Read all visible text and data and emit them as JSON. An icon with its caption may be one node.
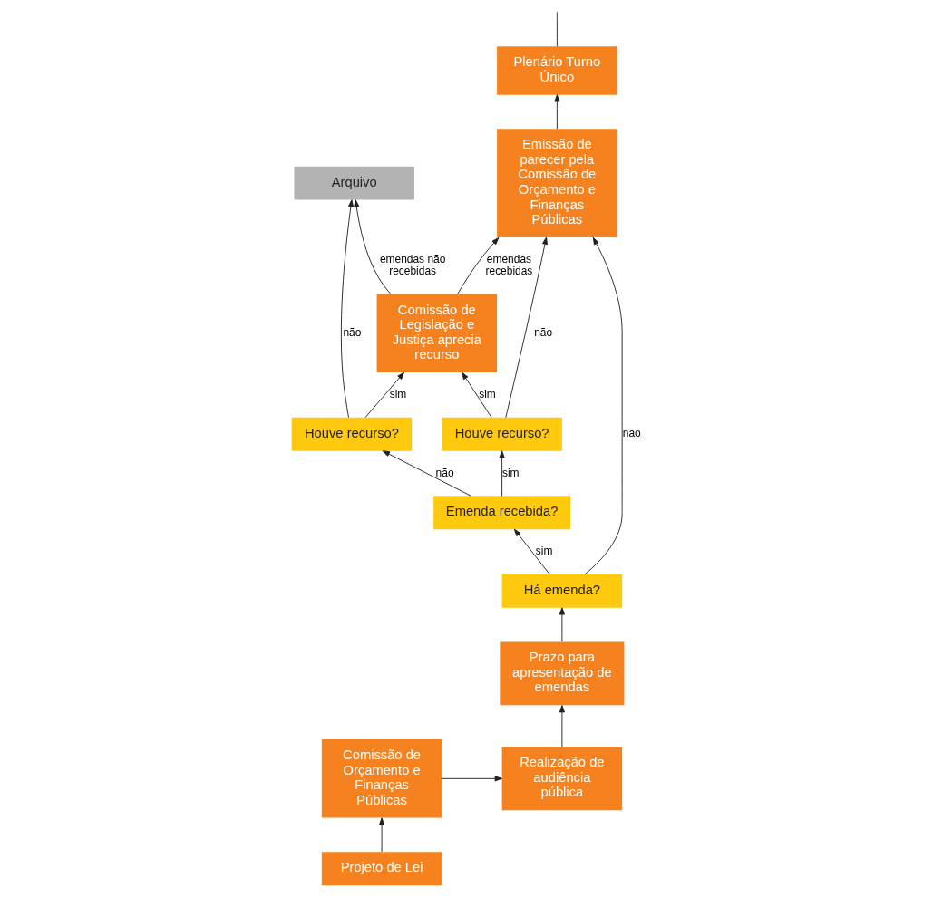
{
  "diagram": {
    "nodes": [
      {
        "text": [
          "Projeto de Lei"
        ]
      },
      {
        "text": [
          "Arquivo"
        ]
      },
      {
        "text": [
          "Comissão de Legislação e Justiça aprecia recurso"
        ]
      },
      {
        "text": [
          "Houve recurso?"
        ]
      },
      {
        "text": [
          "Emenda recebida?"
        ]
      },
      {
        "text": [
          "Houve recurso?"
        ]
      },
      {
        "text": [
          "Comissão de Orçamento e Finanças Públicas"
        ]
      },
      {
        "text": [
          "Realização de audiência pública"
        ]
      },
      {
        "text": [
          "Há emenda?"
        ]
      },
      {
        "text": [
          "Emissão de parecer pela Comissão de Orçamento e Finanças Públicas"
        ]
      },
      {
        "text": [
          "Prazo para apresentação de emendas"
        ]
      },
      {
        "text": [
          "Plenário Turno Único"
        ]
      }
    ],
    "edges": [
      {
        "from": 0,
        "to": 6,
        "arrow": "to"
      },
      {
        "from": 6,
        "to": 7,
        "arrow": "to"
      },
      {
        "from": 7,
        "to": 10,
        "arrow": "to"
      },
      {
        "from": 10,
        "to": 8,
        "arrow": "to"
      },
      {
        "from": 8,
        "to": 4,
        "arrow": "to",
        "label": "sim"
      },
      {
        "from": 8,
        "to": 9,
        "arrow": "to",
        "label": "não"
      },
      {
        "from": 4,
        "to": 3,
        "arrow": "to",
        "label": "não"
      },
      {
        "from": 4,
        "to": 5,
        "arrow": "to",
        "label": "sim"
      },
      {
        "from": 3,
        "to": 1,
        "arrow": "to",
        "label": "não"
      },
      {
        "from": 3,
        "to": 2,
        "arrow": "to",
        "label": "sim"
      },
      {
        "from": 5,
        "to": 2,
        "arrow": "to",
        "label": "sim"
      },
      {
        "from": 5,
        "to": 9,
        "arrow": "to",
        "label": "não"
      },
      {
        "from": 2,
        "to": 1,
        "arrow": "to",
        "label": "emendas não recebidas"
      },
      {
        "from": 2,
        "to": 9,
        "arrow": "to",
        "label": "emendas recebidas"
      },
      {
        "from": 9,
        "to": 11,
        "arrow": "to"
      },
      {
        "from": 11,
        "to": null,
        "arrow": "none"
      }
    ]
  }
}
